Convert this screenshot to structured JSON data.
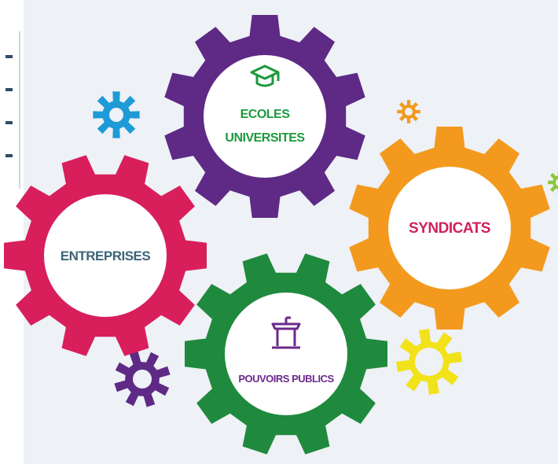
{
  "gears": [
    {
      "id": "ecoles",
      "label_lines": [
        "ECOLES",
        "UNIVERSITES"
      ],
      "color": "#5e2a86",
      "text_color": "#1c9a3c",
      "icon": "graduation-cap-icon"
    },
    {
      "id": "syndicats",
      "label_lines": [
        "SYNDICATS"
      ],
      "color": "#f39a1e",
      "text_color": "#d2215a"
    },
    {
      "id": "entreprises",
      "label_lines": [
        "ENTREPRISES"
      ],
      "color": "#d81f5c",
      "text_color": "#3d6478"
    },
    {
      "id": "pouvoirs-publics",
      "label_lines": [
        "POUVOIRS PUBLICS"
      ],
      "color": "#1f8a3d",
      "text_color": "#6a2a8a",
      "icon": "podium-icon"
    }
  ],
  "small_gears": [
    {
      "id": "blue",
      "color": "#1e9ad6"
    },
    {
      "id": "orange",
      "color": "#f39a1e"
    },
    {
      "id": "purple",
      "color": "#5e2a86"
    },
    {
      "id": "yellow",
      "color": "#f2e21a"
    },
    {
      "id": "green-edge",
      "color": "#8dc63f"
    }
  ]
}
